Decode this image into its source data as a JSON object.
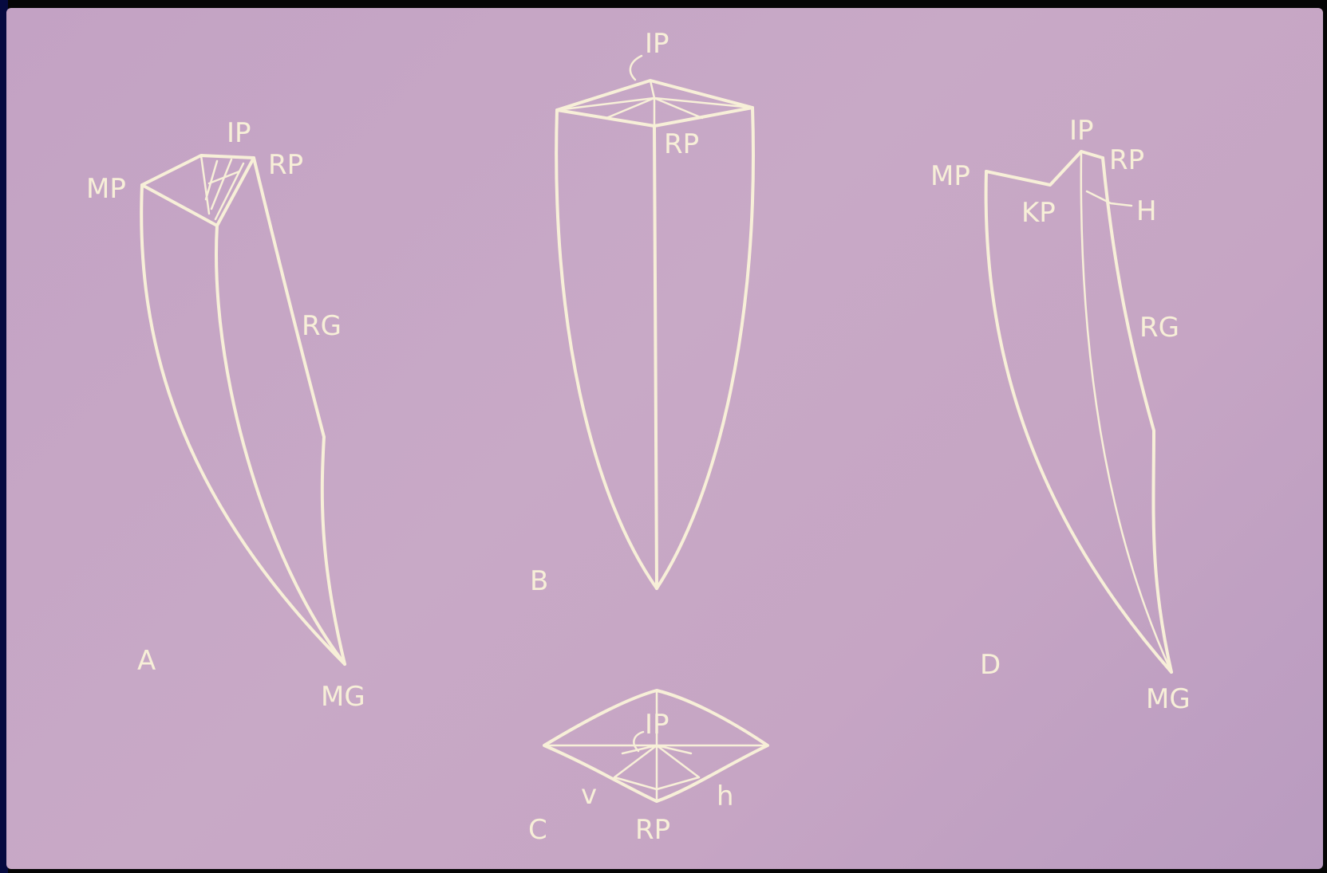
{
  "figure_a": {
    "panel_label": "A",
    "labels": {
      "ip": "IP",
      "mp": "MP",
      "rp": "RP",
      "rg": "RG",
      "mg": "MG"
    }
  },
  "figure_b": {
    "panel_label": "B",
    "labels": {
      "ip": "IP",
      "rp": "RP"
    }
  },
  "figure_c": {
    "panel_label": "C",
    "labels": {
      "ip": "IP",
      "rp": "RP",
      "v": "v",
      "h": "h"
    }
  },
  "figure_d": {
    "panel_label": "D",
    "labels": {
      "ip": "IP",
      "mp": "MP",
      "rp": "RP",
      "kp": "KP",
      "h": "H",
      "rg": "RG",
      "mg": "MG"
    }
  },
  "colors": {
    "background": "#c6a7c5",
    "line": "#f7efd8",
    "frame": "#050505"
  }
}
